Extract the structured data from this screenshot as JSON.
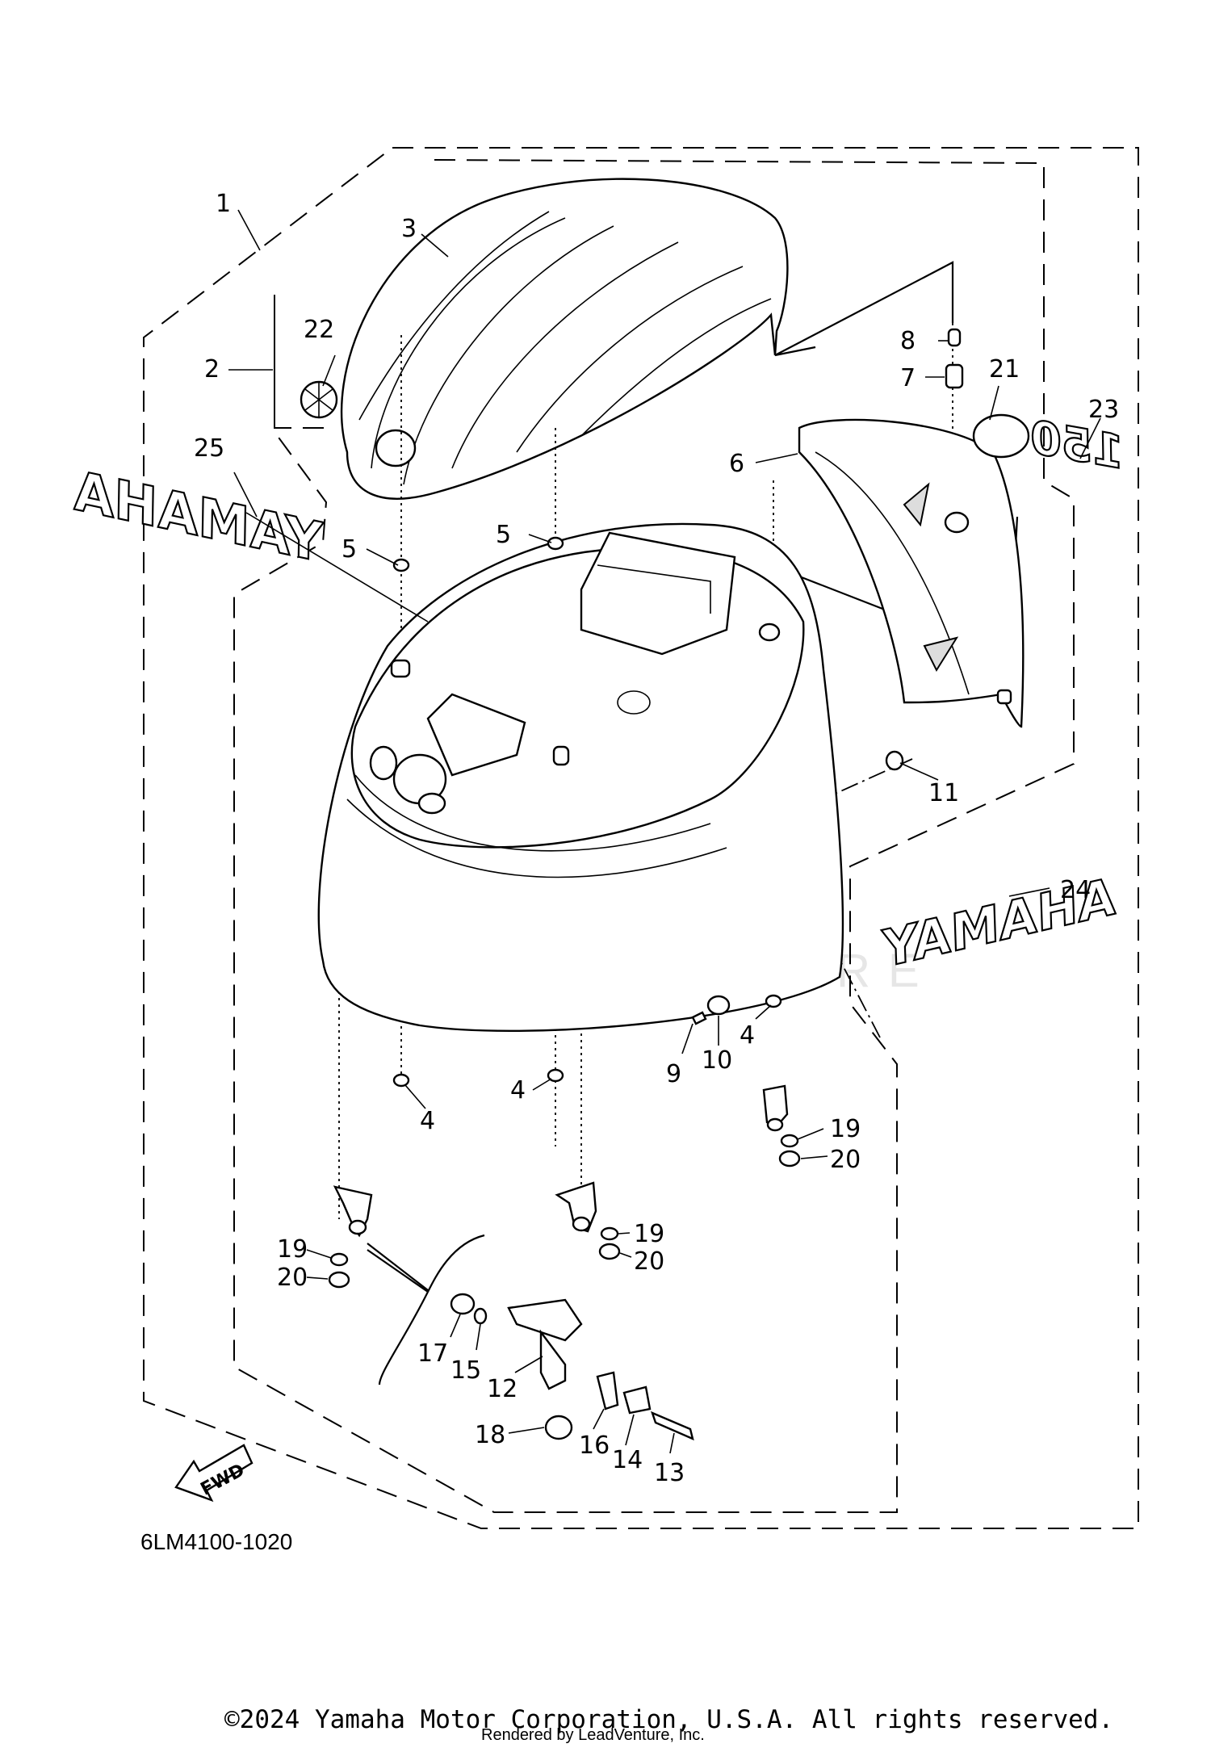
{
  "diagram": {
    "code": "6LM4100-1020",
    "copyright": "©2024 Yamaha Motor Corporation, U.S.A. All rights reserved.",
    "rendered_by": "Rendered by LeadVenture, Inc.",
    "watermark": "LEADVENTURE",
    "fwd_label": "FWD",
    "decals": {
      "yamaha_right": "YAMAHA",
      "yamaha_left_mirrored": "YAMAHA",
      "model_badge": "150"
    },
    "callouts": {
      "c1": "1",
      "c2": "2",
      "c3": "3",
      "c4a": "4",
      "c4b": "4",
      "c4c": "4",
      "c5a": "5",
      "c5b": "5",
      "c6": "6",
      "c7": "7",
      "c8": "8",
      "c9": "9",
      "c10": "10",
      "c11": "11",
      "c12": "12",
      "c13": "13",
      "c14": "14",
      "c15": "15",
      "c16": "16",
      "c17": "17",
      "c18": "18",
      "c19a": "19",
      "c19b": "19",
      "c19c": "19",
      "c20a": "20",
      "c20b": "20",
      "c20c": "20",
      "c21": "21",
      "c22": "22",
      "c23": "23",
      "c24": "24",
      "c25": "25"
    }
  }
}
